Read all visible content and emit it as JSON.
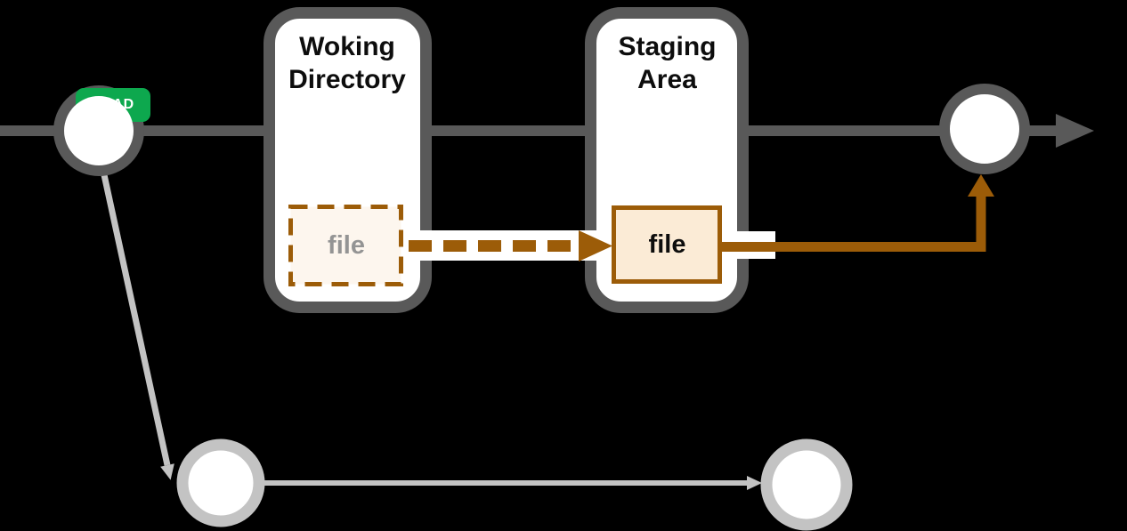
{
  "diagram_type": "git-working-directory-staging-area-flow",
  "colors": {
    "background": "#000000",
    "commit_line_gray": "#595959",
    "branch_line_gray": "#C3C3C3",
    "node_fill": "#FFFFFF",
    "arrow_brown": "#9C5C08",
    "head_badge_green": "#0DA84E",
    "working_file_fill": "#FDF6EE",
    "staged_file_fill": "#FBEBD6",
    "title_text": "#0D0D0D",
    "working_file_text": "#949494",
    "head_badge_text": "#FFFFFF"
  },
  "head_badge": {
    "label": "HEAD"
  },
  "working_directory": {
    "title": "Woking Directory",
    "file_label": "file"
  },
  "staging_area": {
    "title": "Staging Area",
    "file_label": "file"
  }
}
